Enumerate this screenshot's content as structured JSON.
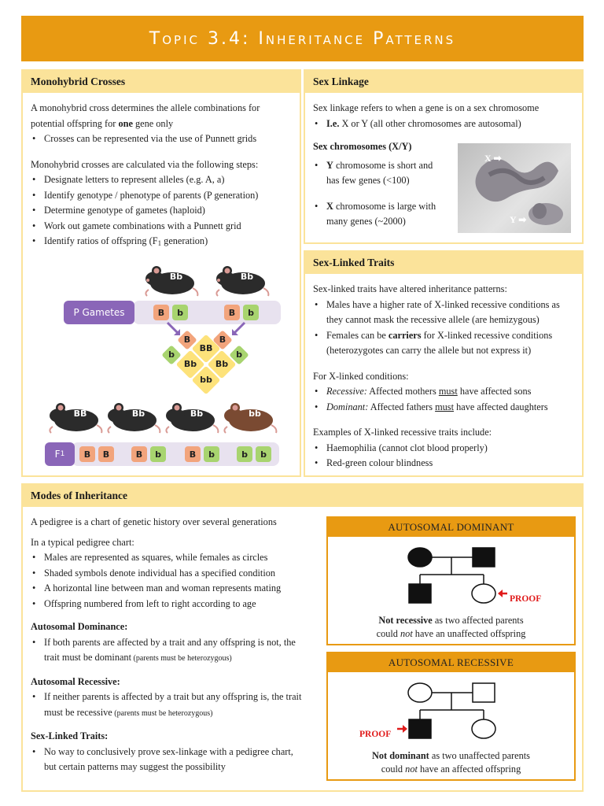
{
  "title": "Topic 3.4:  Inheritance Patterns",
  "mono": {
    "heading": "Monohybrid Crosses",
    "p1_a": "A monohybrid cross determines the allele combinations for potential offspring for",
    "p1_b": "one",
    "p1_c": "gene only",
    "b1": "Crosses can be represented via the use of Punnett grids",
    "p2": "Monohybrid crosses are calculated via the following steps:",
    "steps": [
      "Designate letters to represent alleles (e.g. A, a)",
      "Identify genotype / phenotype of parents (P generation)",
      "Determine genotype of gametes (haploid)",
      "Work out gamete combinations with a Punnett grid"
    ],
    "step5_a": "Identify ratios of offspring (F",
    "step5_sub": "1",
    "step5_b": " generation)",
    "cross": {
      "parent1": "Bb",
      "parent2": "Bb",
      "p_gametes_label": "P Gametes",
      "gametes": [
        "B",
        "b",
        "B",
        "b"
      ],
      "grid_center": "BB",
      "grid_left": "Bb",
      "grid_right": "Bb",
      "grid_bottom": "bb",
      "grid_B1": "B",
      "grid_B2": "B",
      "grid_b1": "b",
      "grid_b2": "b",
      "offspring": [
        "BB",
        "Bb",
        "Bb",
        "bb"
      ],
      "f1_label": "F",
      "f1_sub": "1",
      "f1_alleles": [
        "B",
        "B",
        "B",
        "b",
        "B",
        "b",
        "b",
        "b"
      ],
      "colors": {
        "dark_mouse": "#2b2b2b",
        "brown_mouse": "#7a4a32",
        "B": "#f2a47c",
        "b": "#a8d46f",
        "gamete_box": "#8a66b8"
      }
    }
  },
  "sexlink": {
    "heading": "Sex Linkage",
    "p1": "Sex linkage refers to when a gene is on a sex chromosome",
    "b1_a": "I.e.",
    "b1_b": " X or Y (all other chromosomes are autosomal)",
    "sub": "Sex chromosomes (X/Y)",
    "y_a": "Y",
    "y_b": " chromosome is short and has few genes (<100)",
    "x_a": "X",
    "x_b": " chromosome is large with many genes (~2000)",
    "img_x": "X",
    "img_y": "Y"
  },
  "traits": {
    "heading": "Sex-Linked Traits",
    "p1": "Sex-linked traits have altered inheritance patterns:",
    "b1": "Males have a higher rate of X-linked recessive conditions as they cannot mask the recessive allele (are hemizygous)",
    "b2_a": "Females can be ",
    "b2_b": "carriers",
    "b2_c": " for X-linked recessive conditions (heterozygotes can carry the allele but not express it)",
    "p2": "For X-linked conditions:",
    "r_a": "Recessive:",
    "r_b": " Affected mothers ",
    "r_c": "must",
    "r_d": " have affected sons",
    "d_a": "Dominant:",
    "d_b": " Affected fathers ",
    "d_c": "must",
    "d_d": " have affected daughters",
    "p3": "Examples of X-linked recessive traits include:",
    "ex1": "Haemophilia (cannot clot blood properly)",
    "ex2": "Red-green colour blindness"
  },
  "modes": {
    "heading": "Modes of Inheritance",
    "p1": "A pedigree is a chart of genetic history over several generations",
    "p2": "In a typical pedigree chart:",
    "items": [
      "Males are represented as squares, while females as circles",
      "Shaded symbols denote individual has a specified condition",
      "A horizontal line between man and woman represents mating",
      "Offspring numbered from left to right according to age"
    ],
    "ad_h": "Autosomal Dominance:",
    "ad_b": "If both parents are affected by a trait and any offspring is not, the trait must be dominant",
    "ad_s": " (parents must be heterozygous)",
    "ar_h": "Autosomal Recessive:",
    "ar_b": "If neither parents is affected by a trait but any offspring is, the trait must be recessive",
    "ar_s": " (parents must be heterozygous)",
    "sl_h": "Sex-Linked Traits:",
    "sl_b": "No way to conclusively prove sex-linkage with a pedigree chart, but certain patterns may suggest the possibility"
  },
  "ad_box": {
    "title": "AUTOSOMAL DOMINANT",
    "proof": "PROOF",
    "cap_a": "Not recessive",
    "cap_b": " as two affected parents",
    "cap_c": "could ",
    "cap_d": "not",
    "cap_e": " have an unaffected offspring"
  },
  "ar_box": {
    "title": "AUTOSOMAL RECESSIVE",
    "proof": "PROOF",
    "cap_a": "Not dominant",
    "cap_b": " as two unaffected parents",
    "cap_c": "could ",
    "cap_d": "not",
    "cap_e": " have an affected offspring"
  },
  "colors": {
    "accent": "#e89a12",
    "panel_header": "#fbe39a",
    "proof_red": "#e01b1b"
  }
}
